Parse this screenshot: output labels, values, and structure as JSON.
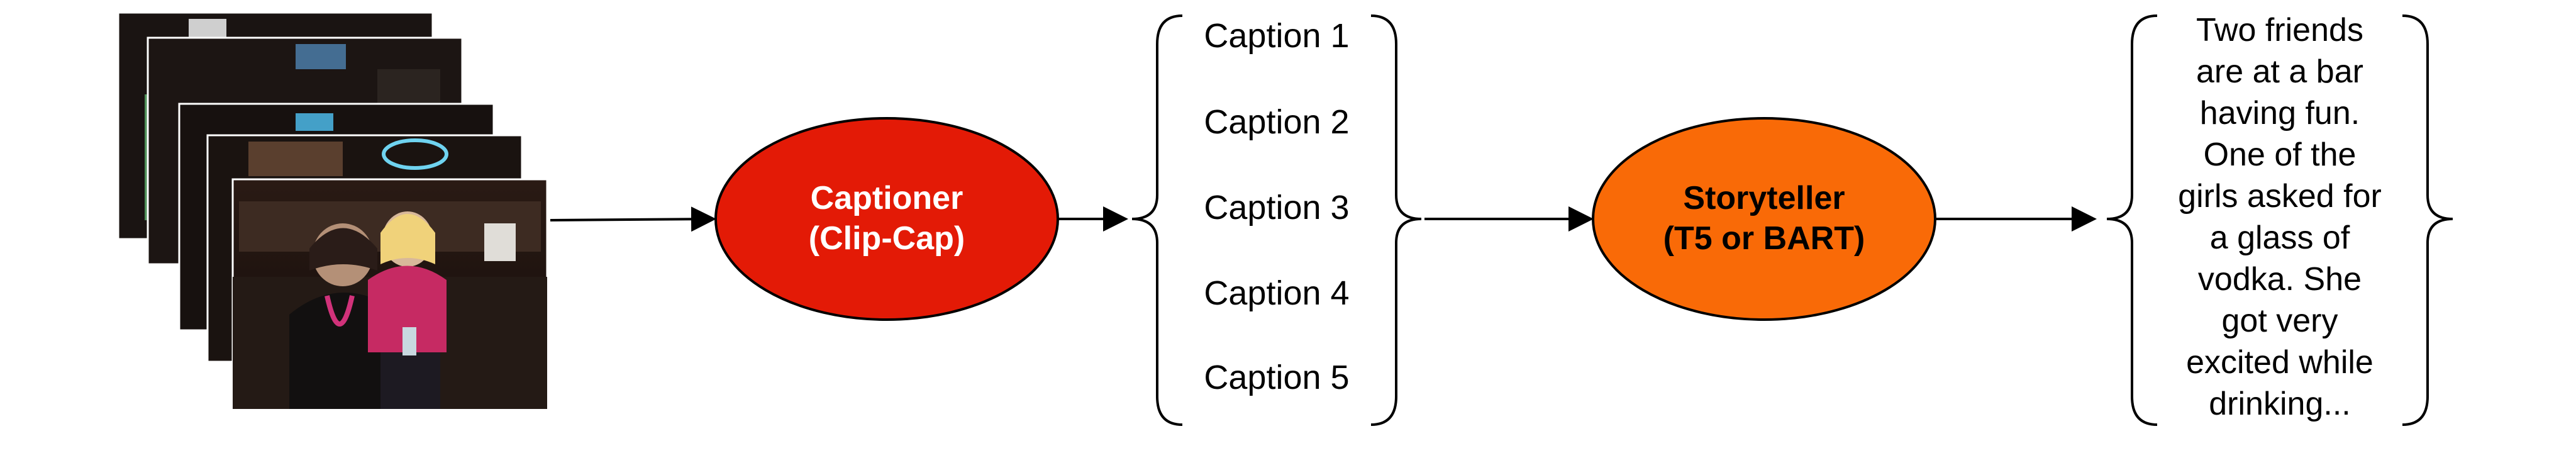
{
  "colors": {
    "captioner_fill": "#e31a06",
    "captioner_text": "#ffffff",
    "storyteller_fill": "#f96a07",
    "storyteller_text": "#000000",
    "stroke": "#000000"
  },
  "image_stack": {
    "count": 5,
    "description_icon": "photo-stack-icon"
  },
  "captioner": {
    "line1": "Captioner",
    "line2": "(Clip-Cap)"
  },
  "captions": [
    "Caption 1",
    "Caption 2",
    "Caption 3",
    "Caption 4",
    "Caption 5"
  ],
  "storyteller": {
    "line1": "Storyteller",
    "line2": "(T5 or BART)"
  },
  "story_lines": [
    "Two friends",
    "are at a bar",
    "having fun.",
    "One of the",
    "girls asked for",
    "a glass of",
    "vodka. She",
    "got very",
    "excited while",
    "drinking..."
  ]
}
